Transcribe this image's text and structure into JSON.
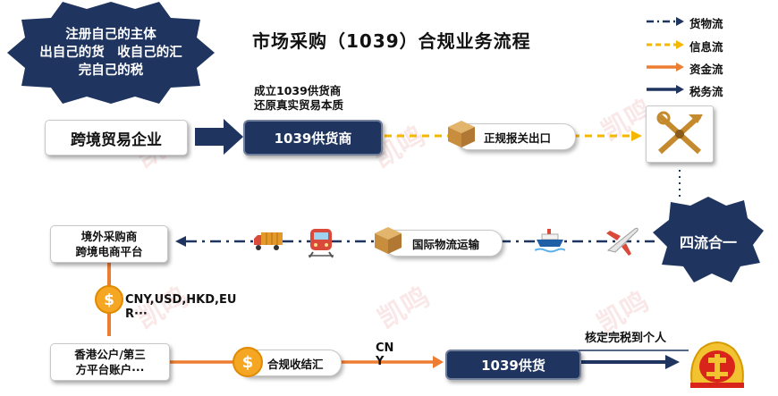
{
  "title": "市场采购（1039）合规业务流程",
  "seal": {
    "line1": "注册自己的主体",
    "line2": "出自己的货　收自己的汇",
    "line3": "完自己的税"
  },
  "legend": {
    "goods": "货物流",
    "info": "信息流",
    "funds": "资金流",
    "tax": "税务流"
  },
  "nodes": {
    "enterprise": "跨境贸易企业",
    "supplier_note_1": "成立1039供货商",
    "supplier_note_2": "还原真实贸易本质",
    "supplier_top": "1039供货商",
    "customs": "正规报关出口",
    "four_flows": "四流合一",
    "buyer_1": "境外采购商",
    "buyer_2": "跨境电商平台",
    "logistics": "国际物流运输",
    "currencies_1": "CNY,USD,HKD,EU",
    "currencies_2": "R···",
    "account_1": "香港公户/第三",
    "account_2": "方平台账户···",
    "settlement": "合规收结汇",
    "cny_1": "CN",
    "cny_2": "Y",
    "supplier_bottom": "1039供货",
    "tax_note": "核定完税到个人"
  },
  "watermark": "凯鸣",
  "colors": {
    "navy": "#1f3560",
    "goods": "#1f3560",
    "info": "#f5b800",
    "funds": "#ed7d31",
    "tax": "#1f3560",
    "coin": "#f5a623"
  },
  "icons": [
    "box-icon",
    "truck-icon",
    "train-icon",
    "ship-icon",
    "plane-icon",
    "coin-icon",
    "customs-emblem-icon",
    "tax-emblem-icon"
  ]
}
